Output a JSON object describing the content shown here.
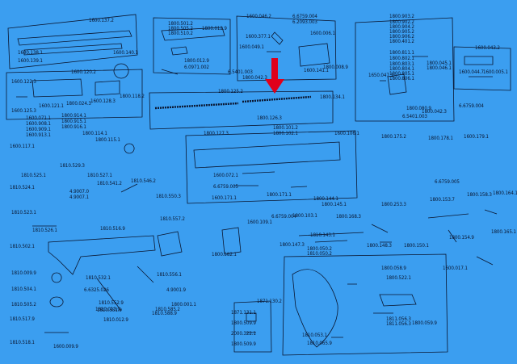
{
  "diagram": {
    "background": "#3b9ef0",
    "line_color": "#0a1630",
    "arrow_color": "#e0001b",
    "labels": [
      "1600.137.2",
      "1600.138.1",
      "1600.139.1",
      "1600.140.1",
      "1800.501.2",
      "1800.505.2",
      "1800.510.2",
      "1800.012.9",
      "1800.012.9",
      "6.0971.002",
      "1600.046.2",
      "6.6759.004",
      "6.2093.003",
      "1600.377.1",
      "1600.049.1",
      "1600.006.1",
      "6.5401.003",
      "1800.042.3",
      "1800.008.9",
      "1600.141.1",
      "1800.903.2",
      "1800.902.2",
      "1800.904.2",
      "1800.905.2",
      "1800.906.2",
      "1800.401.2",
      "1800.811.1",
      "1800.802.1",
      "1800.803.1",
      "1800.804.1",
      "1800.805.1",
      "1800.806.1",
      "1800.045.1",
      "1800.046.1",
      "1650.047.1",
      "1800.080.9",
      "1800.042.3",
      "6.5401.003",
      "1600.043.2",
      "1600.044.7",
      "1600.005.1",
      "6.6759.004",
      "1600.122.3",
      "1600.120.2",
      "1600.125.3",
      "1600.121.1",
      "1800.024.3",
      "1600.128.3",
      "1800.118.2",
      "1800.125.2",
      "1800.127.3",
      "1800.126.3",
      "1800.134.1",
      "1600.071.1",
      "1600.908.1",
      "1600.909.1",
      "1600.913.1",
      "1800.914.1",
      "1800.915.1",
      "1800.916.1",
      "1800.114.1",
      "1800.115.1",
      "1600.117.1",
      "1800.101.2",
      "1800.102.1",
      "1600.106.1",
      "1800.175.2",
      "1800.178.1",
      "1600.179.1",
      "6.6759.005",
      "1810.529.3",
      "1810.525.1",
      "1810.524.1",
      "1810.527.1",
      "1810.541.2",
      "1810.546.2",
      "1810.550.3",
      "4.9007.0",
      "4.9007.1",
      "1810.523.1",
      "1810.526.1",
      "1810.516.9",
      "1600.072.1",
      "6.6759.005",
      "1600.171.1",
      "1800.171.1",
      "1800.144.1",
      "6.6759.004",
      "1800.103.1",
      "1800.145.1",
      "1800.168.3",
      "1800.253.3",
      "1800.153.7",
      "1800.158.3",
      "1800.164.1",
      "1600.109.1",
      "1810.557.2",
      "1810.502.1",
      "1810.143.1",
      "1800.147.3",
      "1800.148.3",
      "1800.150.1",
      "1800.154.9",
      "1800.165.1",
      "1600.017.1",
      "1810.009.9",
      "1810.504.1",
      "1810.505.2",
      "1810.517.9",
      "1810.518.1",
      "1810.532.1",
      "6.6325.026",
      "1810.552.9",
      "1810.551.9",
      "1810.013.9",
      "1810.556.1",
      "4.9001.9",
      "1810.585.2",
      "1810.588.9",
      "1800.001.1",
      "1800.582.1",
      "1600.009.9",
      "1810.012.9",
      "1871.130.2",
      "1871.131.1",
      "1800.509.9",
      "2000.322.1",
      "1800.509.9",
      "1800.050.2",
      "1810.050.2",
      "1800.058.9",
      "1800.522.1",
      "1811.056.3",
      "1811.056.3",
      "1800.059.9",
      "1810.053.1",
      "1810.065.9"
    ]
  }
}
